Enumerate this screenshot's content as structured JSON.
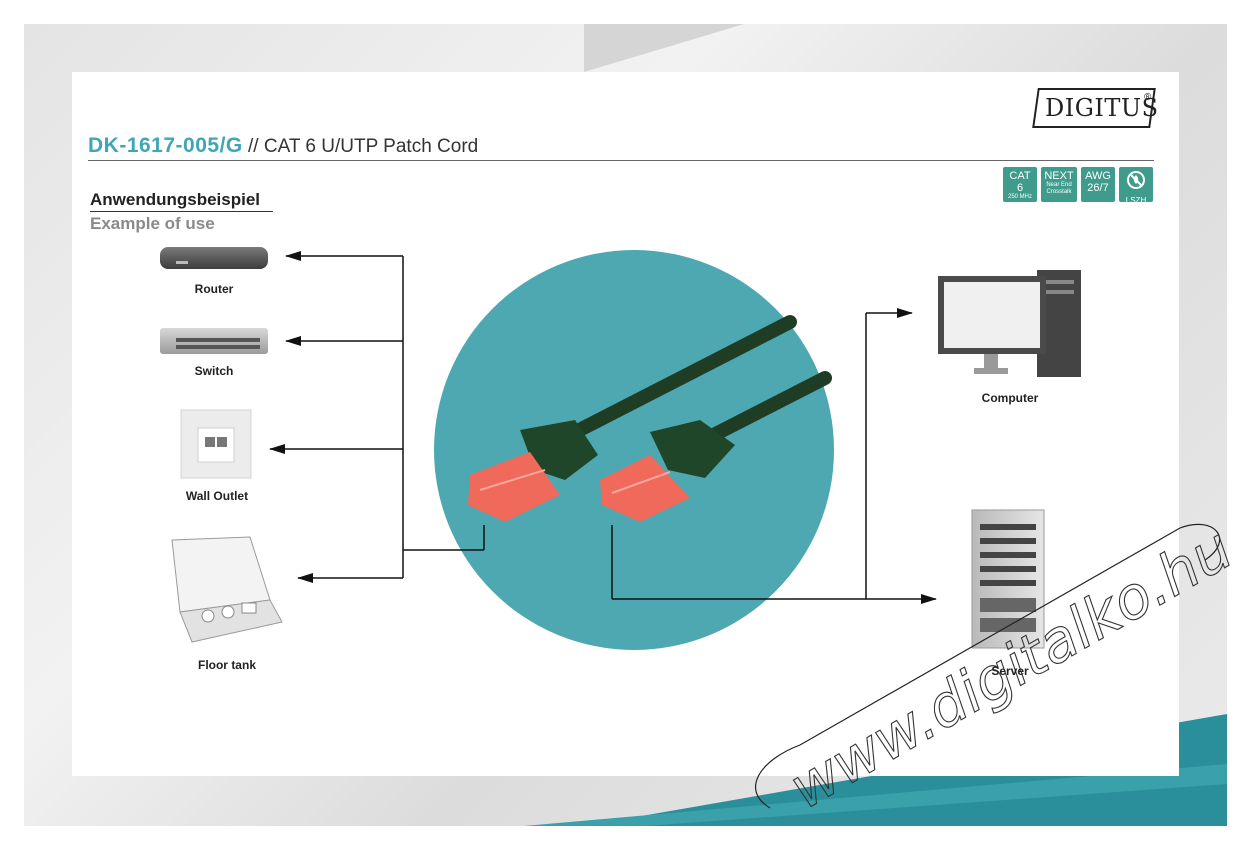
{
  "logo": {
    "text": "DIGITUS",
    "reg": "®"
  },
  "title": {
    "code": "DK-1617-005/G",
    "rest": " // CAT 6 U/UTP Patch Cord"
  },
  "badges": [
    {
      "top": "CAT",
      "mid": "6",
      "bottom": "250 MHz"
    },
    {
      "top": "NEXT",
      "mid": "Near End",
      "bottom": "Crosstalk"
    },
    {
      "top": "AWG",
      "mid": "26/7",
      "bottom": ""
    },
    {
      "top": "",
      "mid": "",
      "bottom": "LSZH"
    }
  ],
  "section": {
    "heading_de": "Anwendungsbeispiel",
    "heading_en": "Example of use"
  },
  "devices": {
    "router": "Router",
    "switch": "Switch",
    "wall_outlet": "Wall Outlet",
    "floor_tank": "Floor tank",
    "computer": "Computer",
    "server": "Server"
  },
  "watermark": "www.digitalko.hu",
  "colors": {
    "accent": "#3fa6b5",
    "teal_circle": "#4ea8b1",
    "badge": "#3f9b8c",
    "cable": "#1e3d24",
    "connector": "#ef6a5a"
  }
}
